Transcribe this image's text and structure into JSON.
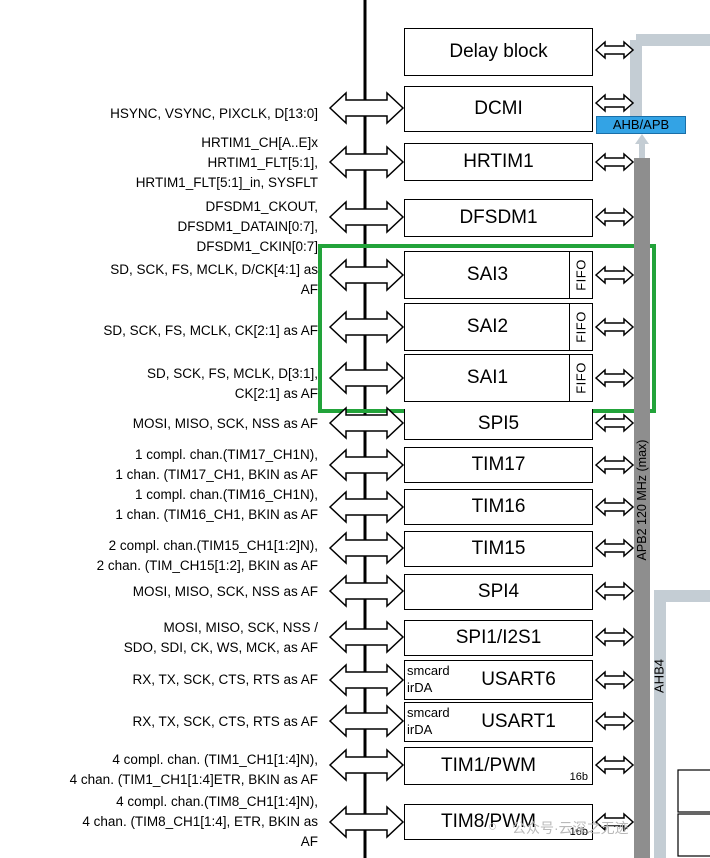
{
  "bus": {
    "apb2": "APB2 120 MHz (max)",
    "bridge": "AHB/APB",
    "ahb4": "AHB4"
  },
  "blocks": [
    {
      "name": "Delay block"
    },
    {
      "name": "DCMI"
    },
    {
      "name": "HRTIM1"
    },
    {
      "name": "DFSDM1"
    },
    {
      "name": "SAI3",
      "fifo": "FIFO"
    },
    {
      "name": "SAI2",
      "fifo": "FIFO"
    },
    {
      "name": "SAI1",
      "fifo": "FIFO"
    },
    {
      "name": "SPI5"
    },
    {
      "name": "TIM17"
    },
    {
      "name": "TIM16"
    },
    {
      "name": "TIM15"
    },
    {
      "name": "SPI4"
    },
    {
      "name": "SPI1/I2S1"
    },
    {
      "name": "USART6",
      "sub1": "smcard",
      "sub2": "irDA"
    },
    {
      "name": "USART1",
      "sub1": "smcard",
      "sub2": "irDA"
    },
    {
      "name": "TIM1/PWM",
      "bits": "16b"
    },
    {
      "name": "TIM8/PWM",
      "bits": "16b"
    }
  ],
  "signals": [
    "HSYNC, VSYNC, PIXCLK, D[13:0]",
    "HRTIM1_CH[A..E]x",
    "HRTIM1_FLT[5:1],",
    "HRTIM1_FLT[5:1]_in, SYSFLT",
    "DFSDM1_CKOUT,",
    "DFSDM1_DATAIN[0:7],",
    "DFSDM1_CKIN[0:7]",
    "SD, SCK, FS, MCLK, D/CK[4:1] as",
    "AF",
    "SD, SCK, FS, MCLK, CK[2:1] as AF",
    "SD, SCK, FS, MCLK,  D[3:1],",
    "CK[2:1] as AF",
    "MOSI, MISO, SCK, NSS as AF",
    "1 compl. chan.(TIM17_CH1N),",
    "1 chan. (TIM17_CH1, BKIN as AF",
    "1 compl. chan.(TIM16_CH1N),",
    "1 chan. (TIM16_CH1, BKIN as AF",
    "2 compl. chan.(TIM15_CH1[1:2]N),",
    "2 chan. (TIM_CH15[1:2], BKIN as AF",
    "MOSI, MISO, SCK, NSS as AF",
    "MOSI, MISO, SCK, NSS /",
    "SDO, SDI, CK, WS, MCK, as AF",
    "RX, TX, SCK, CTS, RTS as AF",
    "RX, TX, SCK, CTS, RTS as AF",
    "4 compl. chan. (TIM1_CH1[1:4]N),",
    "4 chan. (TIM1_CH1[1:4]ETR, BKIN as AF",
    "4 compl. chan.(TIM8_CH1[1:4]N),",
    "4 chan. (TIM8_CH1[1:4], ETR, BKIN as",
    "AF"
  ],
  "watermark": "公众号·云深之无迹"
}
